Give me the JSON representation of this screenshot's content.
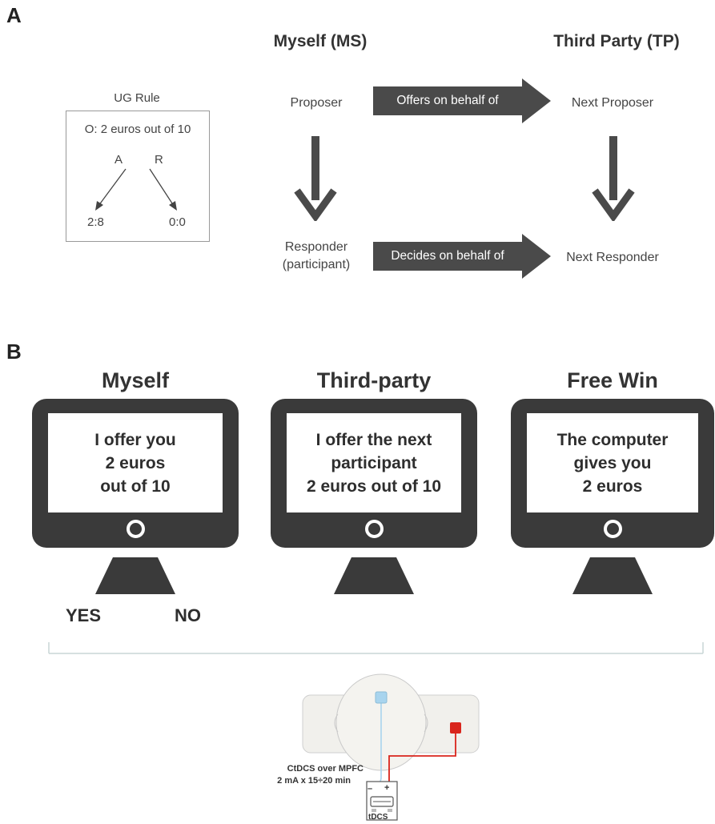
{
  "panel_a": {
    "letter": "A",
    "col_ms": "Myself (MS)",
    "col_tp": "Third Party (TP)",
    "ug_rule": {
      "title": "UG Rule",
      "offer": "O: 2 euros out of 10",
      "accept": "A",
      "reject": "R",
      "accept_outcome": "2:8",
      "reject_outcome": "0:0"
    },
    "proposer": "Proposer",
    "responder_line1": "Responder",
    "responder_line2": "(participant)",
    "next_proposer": "Next Proposer",
    "next_responder": "Next Responder",
    "offers_arrow": "Offers on behalf of",
    "decides_arrow": "Decides on behalf of"
  },
  "panel_b": {
    "letter": "B",
    "monitors": [
      {
        "title": "Myself",
        "lines": [
          "I offer you",
          "2 euros",
          "out of 10"
        ]
      },
      {
        "title": "Third-party",
        "lines": [
          "I offer the next",
          "participant",
          "2 euros out of 10"
        ]
      },
      {
        "title": "Free Win",
        "lines": [
          "The computer",
          "gives you",
          "2 euros"
        ]
      }
    ],
    "yes": "YES",
    "no": "NO",
    "tdcs": {
      "label_line1": "CtDCS  over MPFC",
      "label_line2": "2 mA x 15÷20 min",
      "minus": "–",
      "plus": "+",
      "device": "tDCS",
      "cathode_color": "#a8d4ee",
      "anode_color": "#d9251c"
    }
  }
}
